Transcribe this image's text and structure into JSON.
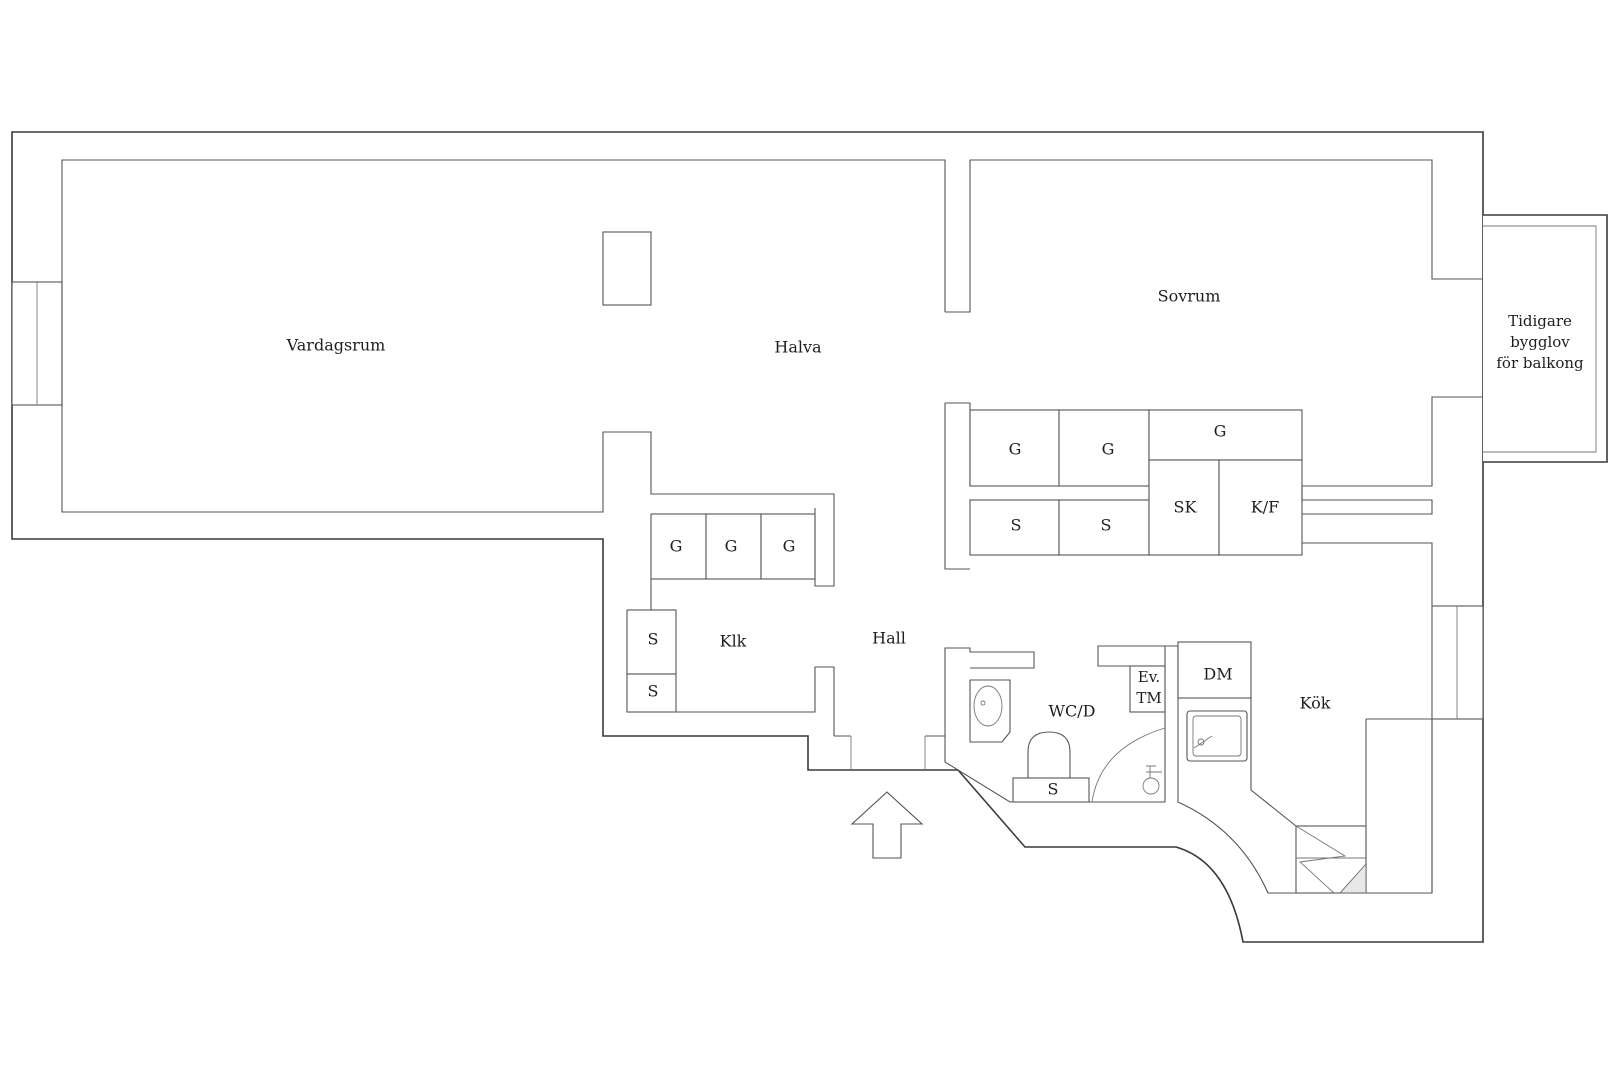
{
  "rooms": {
    "vardagsrum": "Vardagsrum",
    "halva": "Halva",
    "sovrum": "Sovrum",
    "balcony_line1": "Tidigare",
    "balcony_line2": "bygglov",
    "balcony_line3": "för balkong",
    "klk": "Klk",
    "hall": "Hall",
    "wc": "WC/D",
    "kok": "Kök"
  },
  "storage": {
    "wardrobe": "G",
    "shelf": "S",
    "sk": "SK",
    "kf": "K/F",
    "dm": "DM",
    "ev_line1": "Ev.",
    "ev_line2": "TM"
  }
}
